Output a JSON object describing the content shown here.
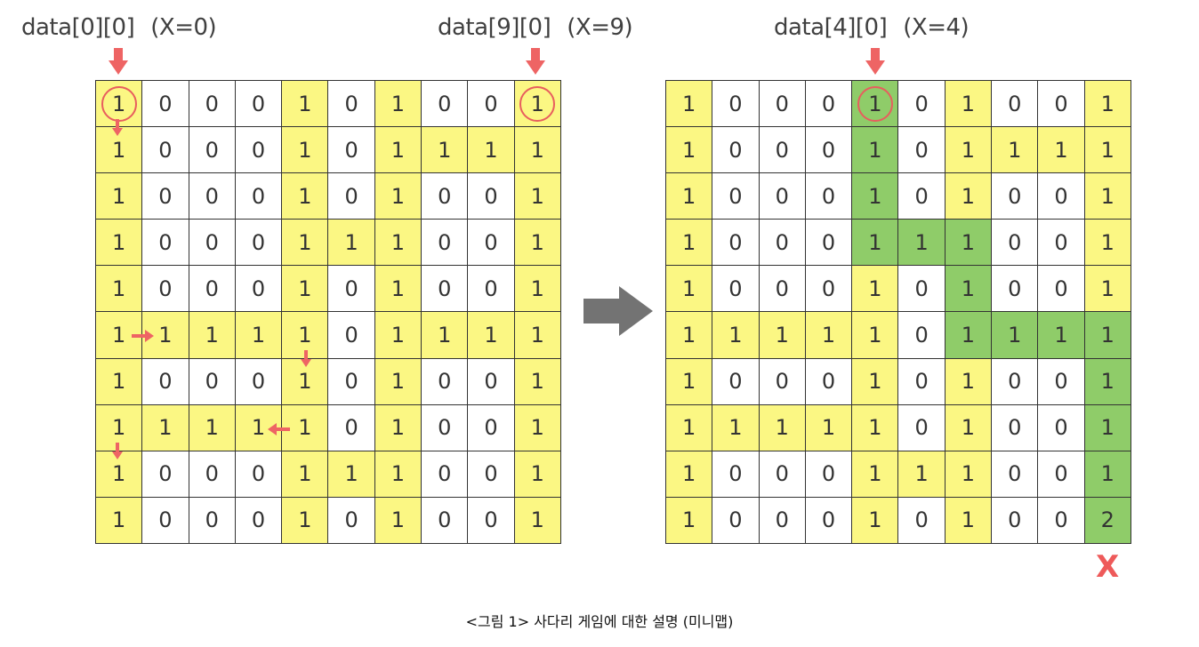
{
  "left": {
    "label_start": {
      "text": "data[0][0]",
      "x_text": "(X=0)"
    },
    "label_end": {
      "text": "data[9][0]",
      "x_text": "(X=9)"
    },
    "values": [
      [
        1,
        0,
        0,
        0,
        1,
        0,
        1,
        0,
        0,
        1
      ],
      [
        1,
        0,
        0,
        0,
        1,
        0,
        1,
        1,
        1,
        1
      ],
      [
        1,
        0,
        0,
        0,
        1,
        0,
        1,
        0,
        0,
        1
      ],
      [
        1,
        0,
        0,
        0,
        1,
        1,
        1,
        0,
        0,
        1
      ],
      [
        1,
        0,
        0,
        0,
        1,
        0,
        1,
        0,
        0,
        1
      ],
      [
        1,
        1,
        1,
        1,
        1,
        0,
        1,
        1,
        1,
        1
      ],
      [
        1,
        0,
        0,
        0,
        1,
        0,
        1,
        0,
        0,
        1
      ],
      [
        1,
        1,
        1,
        1,
        1,
        0,
        1,
        0,
        0,
        1
      ],
      [
        1,
        0,
        0,
        0,
        1,
        1,
        1,
        0,
        0,
        1
      ],
      [
        1,
        0,
        0,
        0,
        1,
        0,
        1,
        0,
        0,
        1
      ]
    ]
  },
  "right": {
    "label_start": {
      "text": "data[4][0]",
      "x_text": "(X=4)"
    },
    "values": [
      [
        1,
        0,
        0,
        0,
        1,
        0,
        1,
        0,
        0,
        1
      ],
      [
        1,
        0,
        0,
        0,
        1,
        0,
        1,
        1,
        1,
        1
      ],
      [
        1,
        0,
        0,
        0,
        1,
        0,
        1,
        0,
        0,
        1
      ],
      [
        1,
        0,
        0,
        0,
        1,
        1,
        1,
        0,
        0,
        1
      ],
      [
        1,
        0,
        0,
        0,
        1,
        0,
        1,
        0,
        0,
        1
      ],
      [
        1,
        1,
        1,
        1,
        1,
        0,
        1,
        1,
        1,
        1
      ],
      [
        1,
        0,
        0,
        0,
        1,
        0,
        1,
        0,
        0,
        1
      ],
      [
        1,
        1,
        1,
        1,
        1,
        0,
        1,
        0,
        0,
        1
      ],
      [
        1,
        0,
        0,
        0,
        1,
        1,
        1,
        0,
        0,
        1
      ],
      [
        1,
        0,
        0,
        0,
        1,
        0,
        1,
        0,
        0,
        2
      ]
    ],
    "path_cells": [
      [
        0,
        4
      ],
      [
        1,
        4
      ],
      [
        2,
        4
      ],
      [
        3,
        4
      ],
      [
        3,
        5
      ],
      [
        3,
        6
      ],
      [
        4,
        6
      ],
      [
        5,
        6
      ],
      [
        5,
        7
      ],
      [
        5,
        8
      ],
      [
        5,
        9
      ],
      [
        6,
        9
      ],
      [
        7,
        9
      ],
      [
        8,
        9
      ],
      [
        9,
        9
      ]
    ],
    "result_mark": "X"
  },
  "colors": {
    "ladder": "#fbf783",
    "empty": "#ffffff",
    "path": "#8fcc69",
    "accent": "#ee6464",
    "arrow": "#737373"
  },
  "caption": "<그림 1> 사다리 게임에 대한 설명 (미니맵)"
}
